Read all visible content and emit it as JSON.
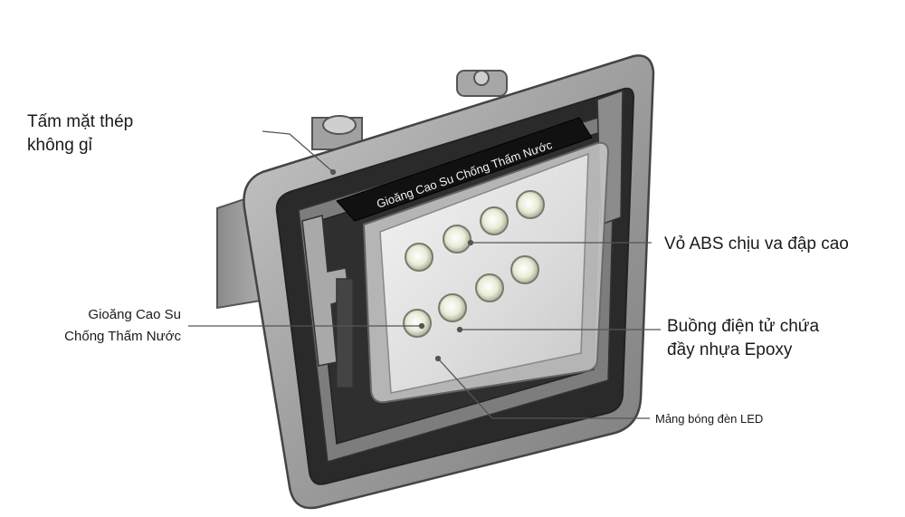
{
  "gasket_band_text": "Gioăng Cao Su Chống Thấm Nước",
  "callouts": {
    "steel_plate": {
      "line1": "Tấm mặt thép",
      "line2": "không gỉ"
    },
    "abs_shell": {
      "text": "Vỏ ABS chịu va đập cao"
    },
    "rubber_gasket": {
      "line1": "Gioăng Cao Su",
      "line2": "Chống Thấm Nước"
    },
    "electrical_chamber": {
      "line1": "Buồng điện tử chứa",
      "line2": "đầy nhựa Epoxy"
    },
    "led_array": {
      "text": "Mảng bóng đèn LED"
    }
  },
  "colors": {
    "frame": "#9e9e9e",
    "frame_dark": "#6b6b6b",
    "interior": "#2a2a2a",
    "leader": "#555555",
    "text": "#1a1a1a"
  }
}
